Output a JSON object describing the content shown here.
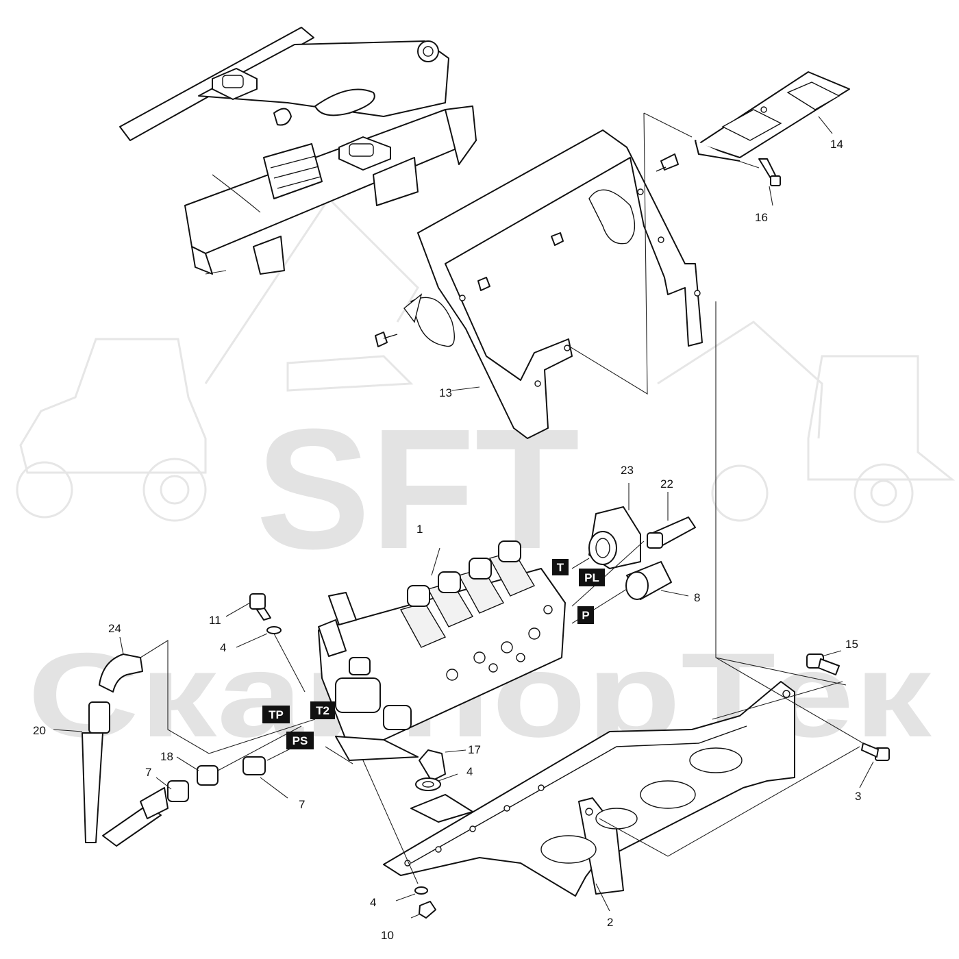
{
  "watermark": {
    "logo": "SFT",
    "company": "СкайпорТек"
  },
  "callouts": [
    {
      "id": "c1",
      "label": "1"
    },
    {
      "id": "c2",
      "label": "2"
    },
    {
      "id": "c3",
      "label": "3"
    },
    {
      "id": "c4a",
      "label": "4"
    },
    {
      "id": "c4b",
      "label": "4"
    },
    {
      "id": "c4c",
      "label": "4"
    },
    {
      "id": "c7a",
      "label": "7"
    },
    {
      "id": "c7b",
      "label": "7"
    },
    {
      "id": "c8",
      "label": "8"
    },
    {
      "id": "c10",
      "label": "10"
    },
    {
      "id": "c11",
      "label": "11"
    },
    {
      "id": "c13",
      "label": "13"
    },
    {
      "id": "c14",
      "label": "14"
    },
    {
      "id": "c15",
      "label": "15"
    },
    {
      "id": "c16",
      "label": "16"
    },
    {
      "id": "c17",
      "label": "17"
    },
    {
      "id": "c18",
      "label": "18"
    },
    {
      "id": "c20",
      "label": "20"
    },
    {
      "id": "c22",
      "label": "22"
    },
    {
      "id": "c23",
      "label": "23"
    },
    {
      "id": "c24",
      "label": "24"
    }
  ],
  "ports": [
    {
      "id": "T",
      "label": "T"
    },
    {
      "id": "PL",
      "label": "PL"
    },
    {
      "id": "P",
      "label": "P"
    },
    {
      "id": "TP",
      "label": "TP"
    },
    {
      "id": "T2",
      "label": "T2"
    },
    {
      "id": "PS",
      "label": "PS"
    }
  ]
}
